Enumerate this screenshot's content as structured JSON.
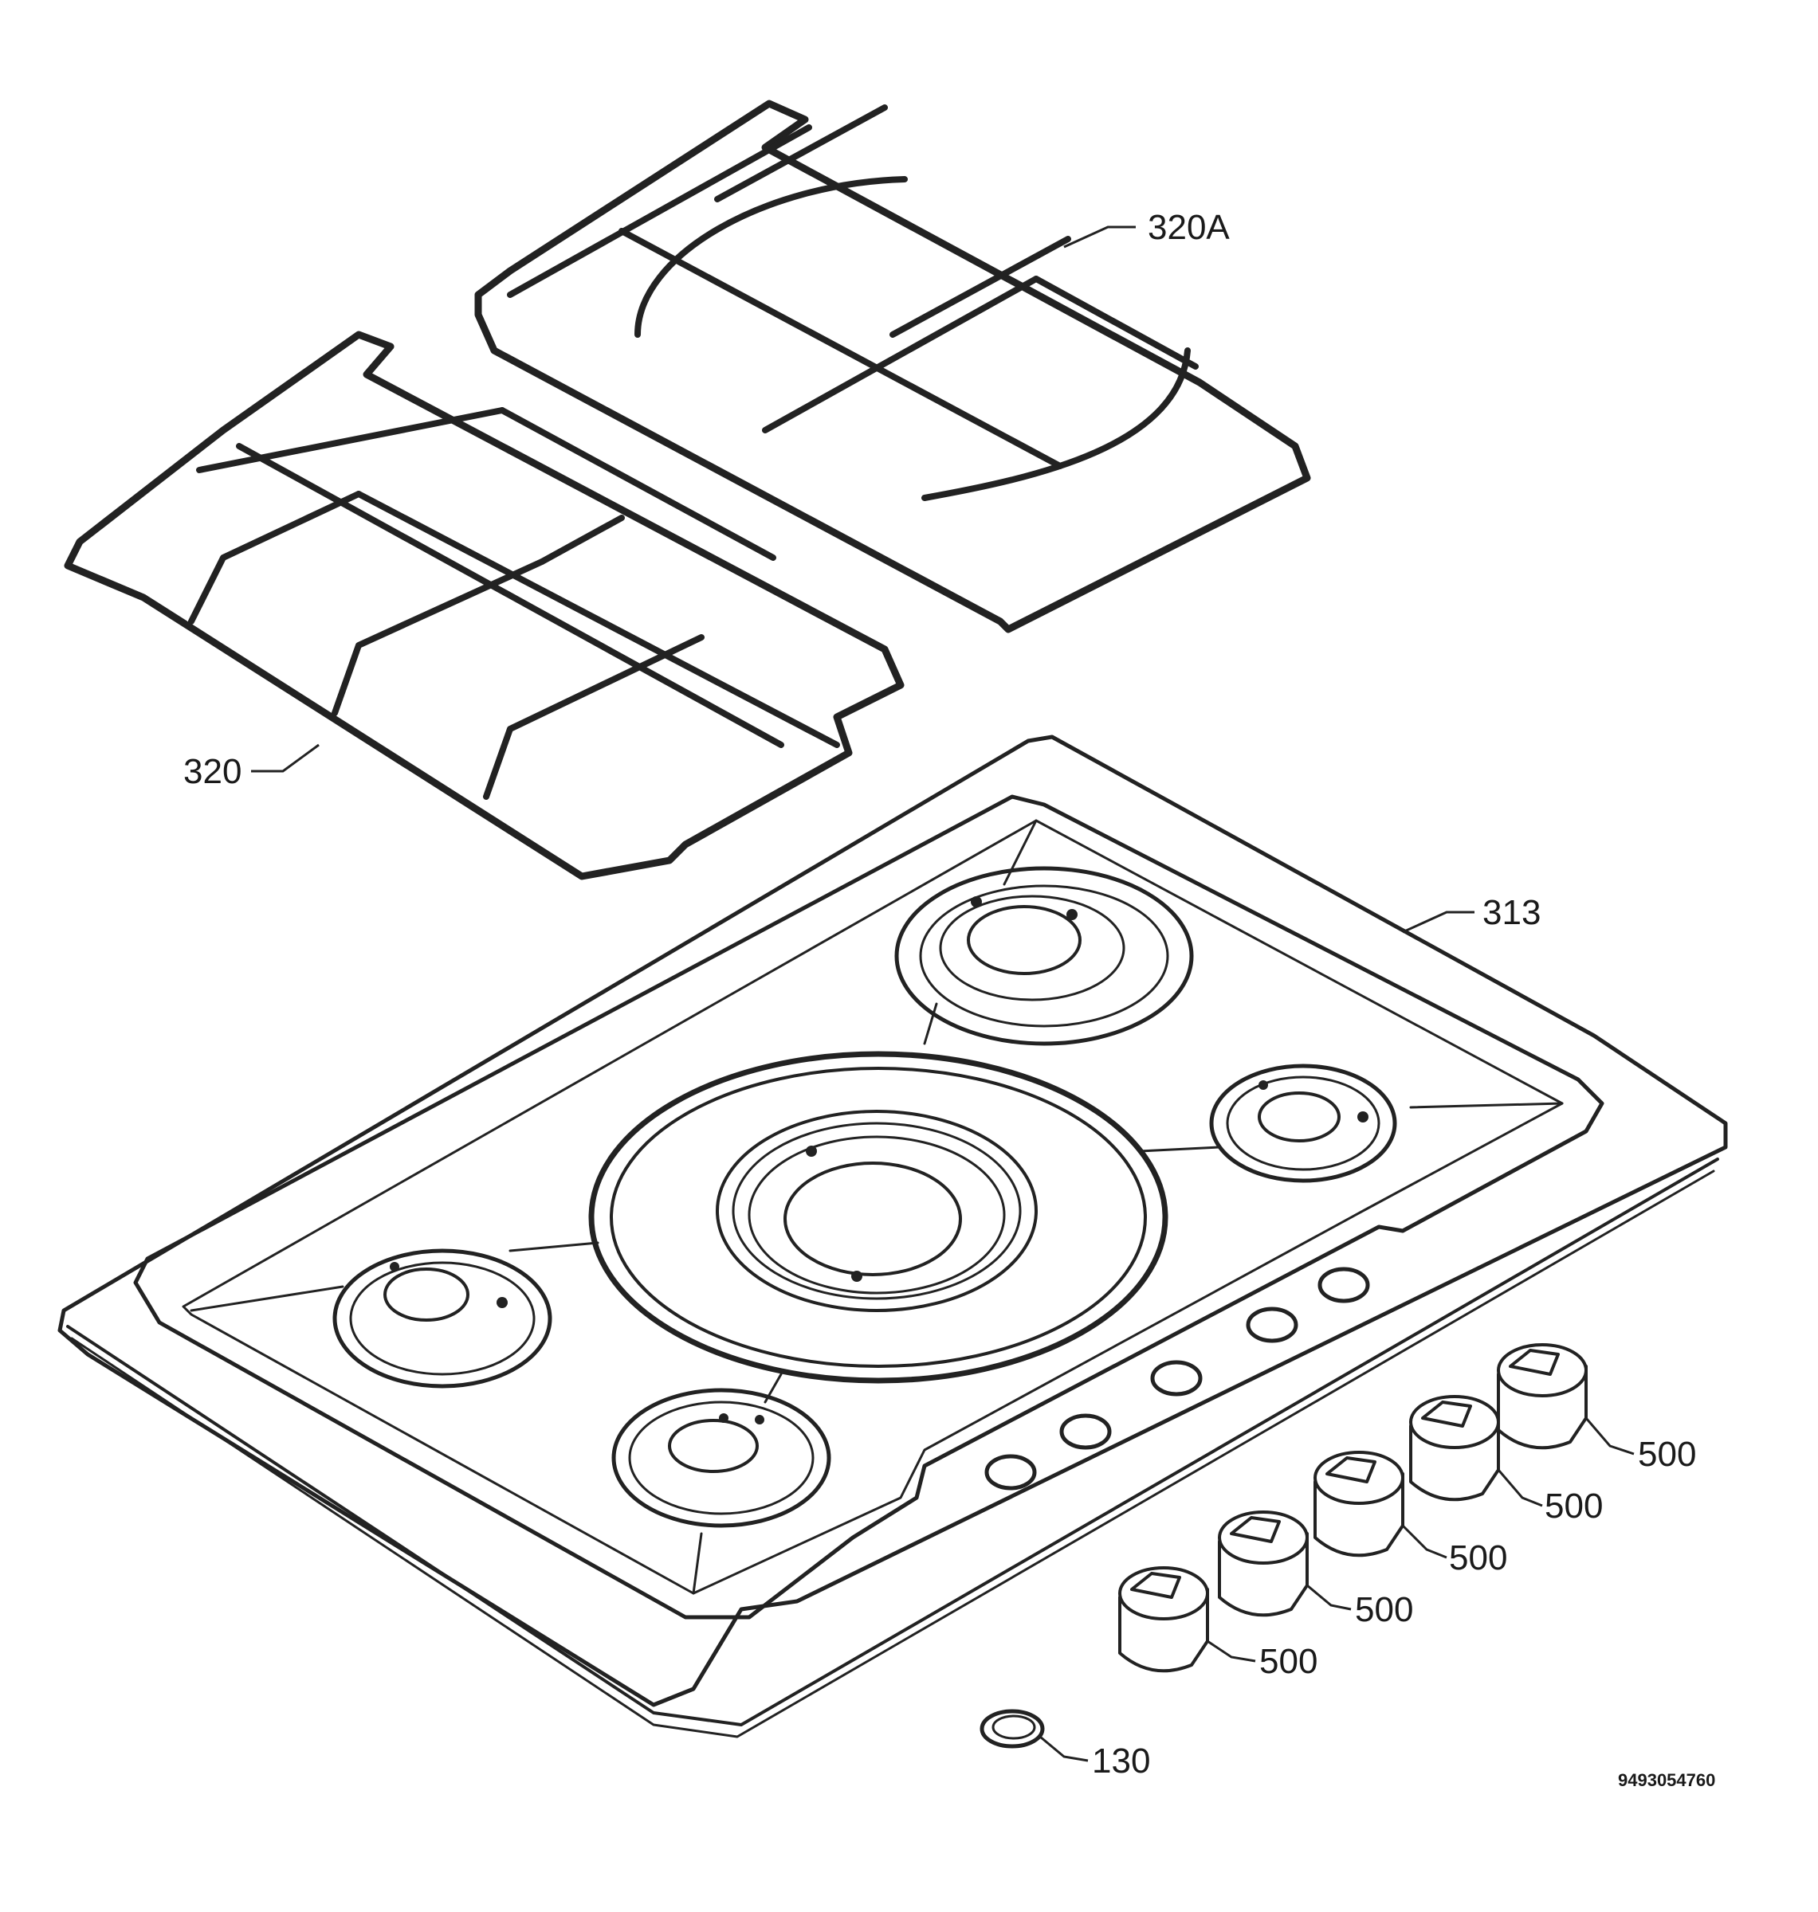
{
  "labels": {
    "grate_right": "320A",
    "grate_left": "320",
    "hob_top": "313",
    "knob_1": "500",
    "knob_2": "500",
    "knob_3": "500",
    "knob_4": "500",
    "knob_5": "500",
    "grommet": "130"
  },
  "document_number": "9493054760"
}
